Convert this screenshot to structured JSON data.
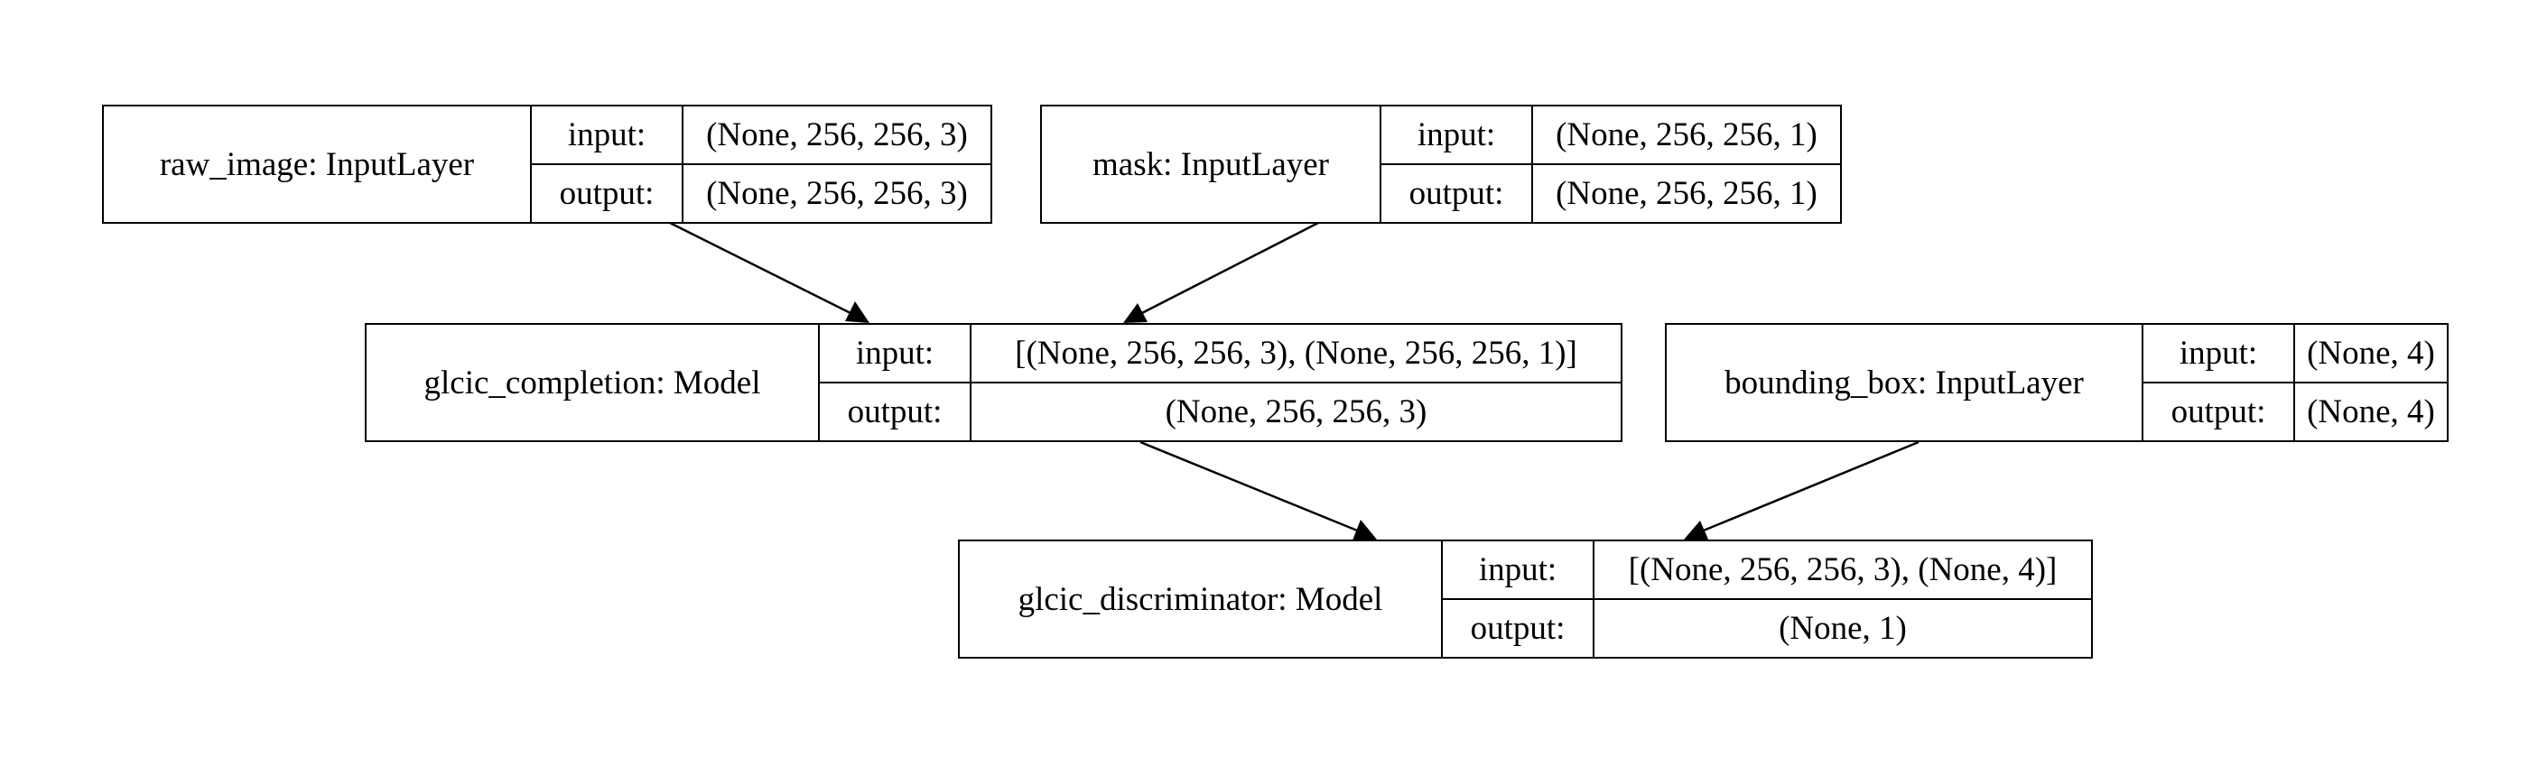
{
  "nodes": [
    {
      "id": "raw_image",
      "title": "raw_image: InputLayer",
      "input_label": "input:",
      "input": "(None, 256, 256, 3)",
      "output_label": "output:",
      "output": "(None, 256, 256, 3)"
    },
    {
      "id": "mask",
      "title": "mask: InputLayer",
      "input_label": "input:",
      "input": "(None, 256, 256, 1)",
      "output_label": "output:",
      "output": "(None, 256, 256, 1)"
    },
    {
      "id": "glcic_completion",
      "title": "glcic_completion: Model",
      "input_label": "input:",
      "input": "[(None, 256, 256, 3), (None, 256, 256, 1)]",
      "output_label": "output:",
      "output": "(None, 256, 256, 3)"
    },
    {
      "id": "bounding_box",
      "title": "bounding_box: InputLayer",
      "input_label": "input:",
      "input": "(None, 4)",
      "output_label": "output:",
      "output": "(None, 4)"
    },
    {
      "id": "glcic_discriminator",
      "title": "glcic_discriminator: Model",
      "input_label": "input:",
      "input": "[(None, 256, 256, 3), (None, 4)]",
      "output_label": "output:",
      "output": "(None, 1)"
    }
  ],
  "edges": [
    {
      "from": "raw_image",
      "to": "glcic_completion"
    },
    {
      "from": "mask",
      "to": "glcic_completion"
    },
    {
      "from": "glcic_completion",
      "to": "glcic_discriminator"
    },
    {
      "from": "bounding_box",
      "to": "glcic_discriminator"
    }
  ]
}
